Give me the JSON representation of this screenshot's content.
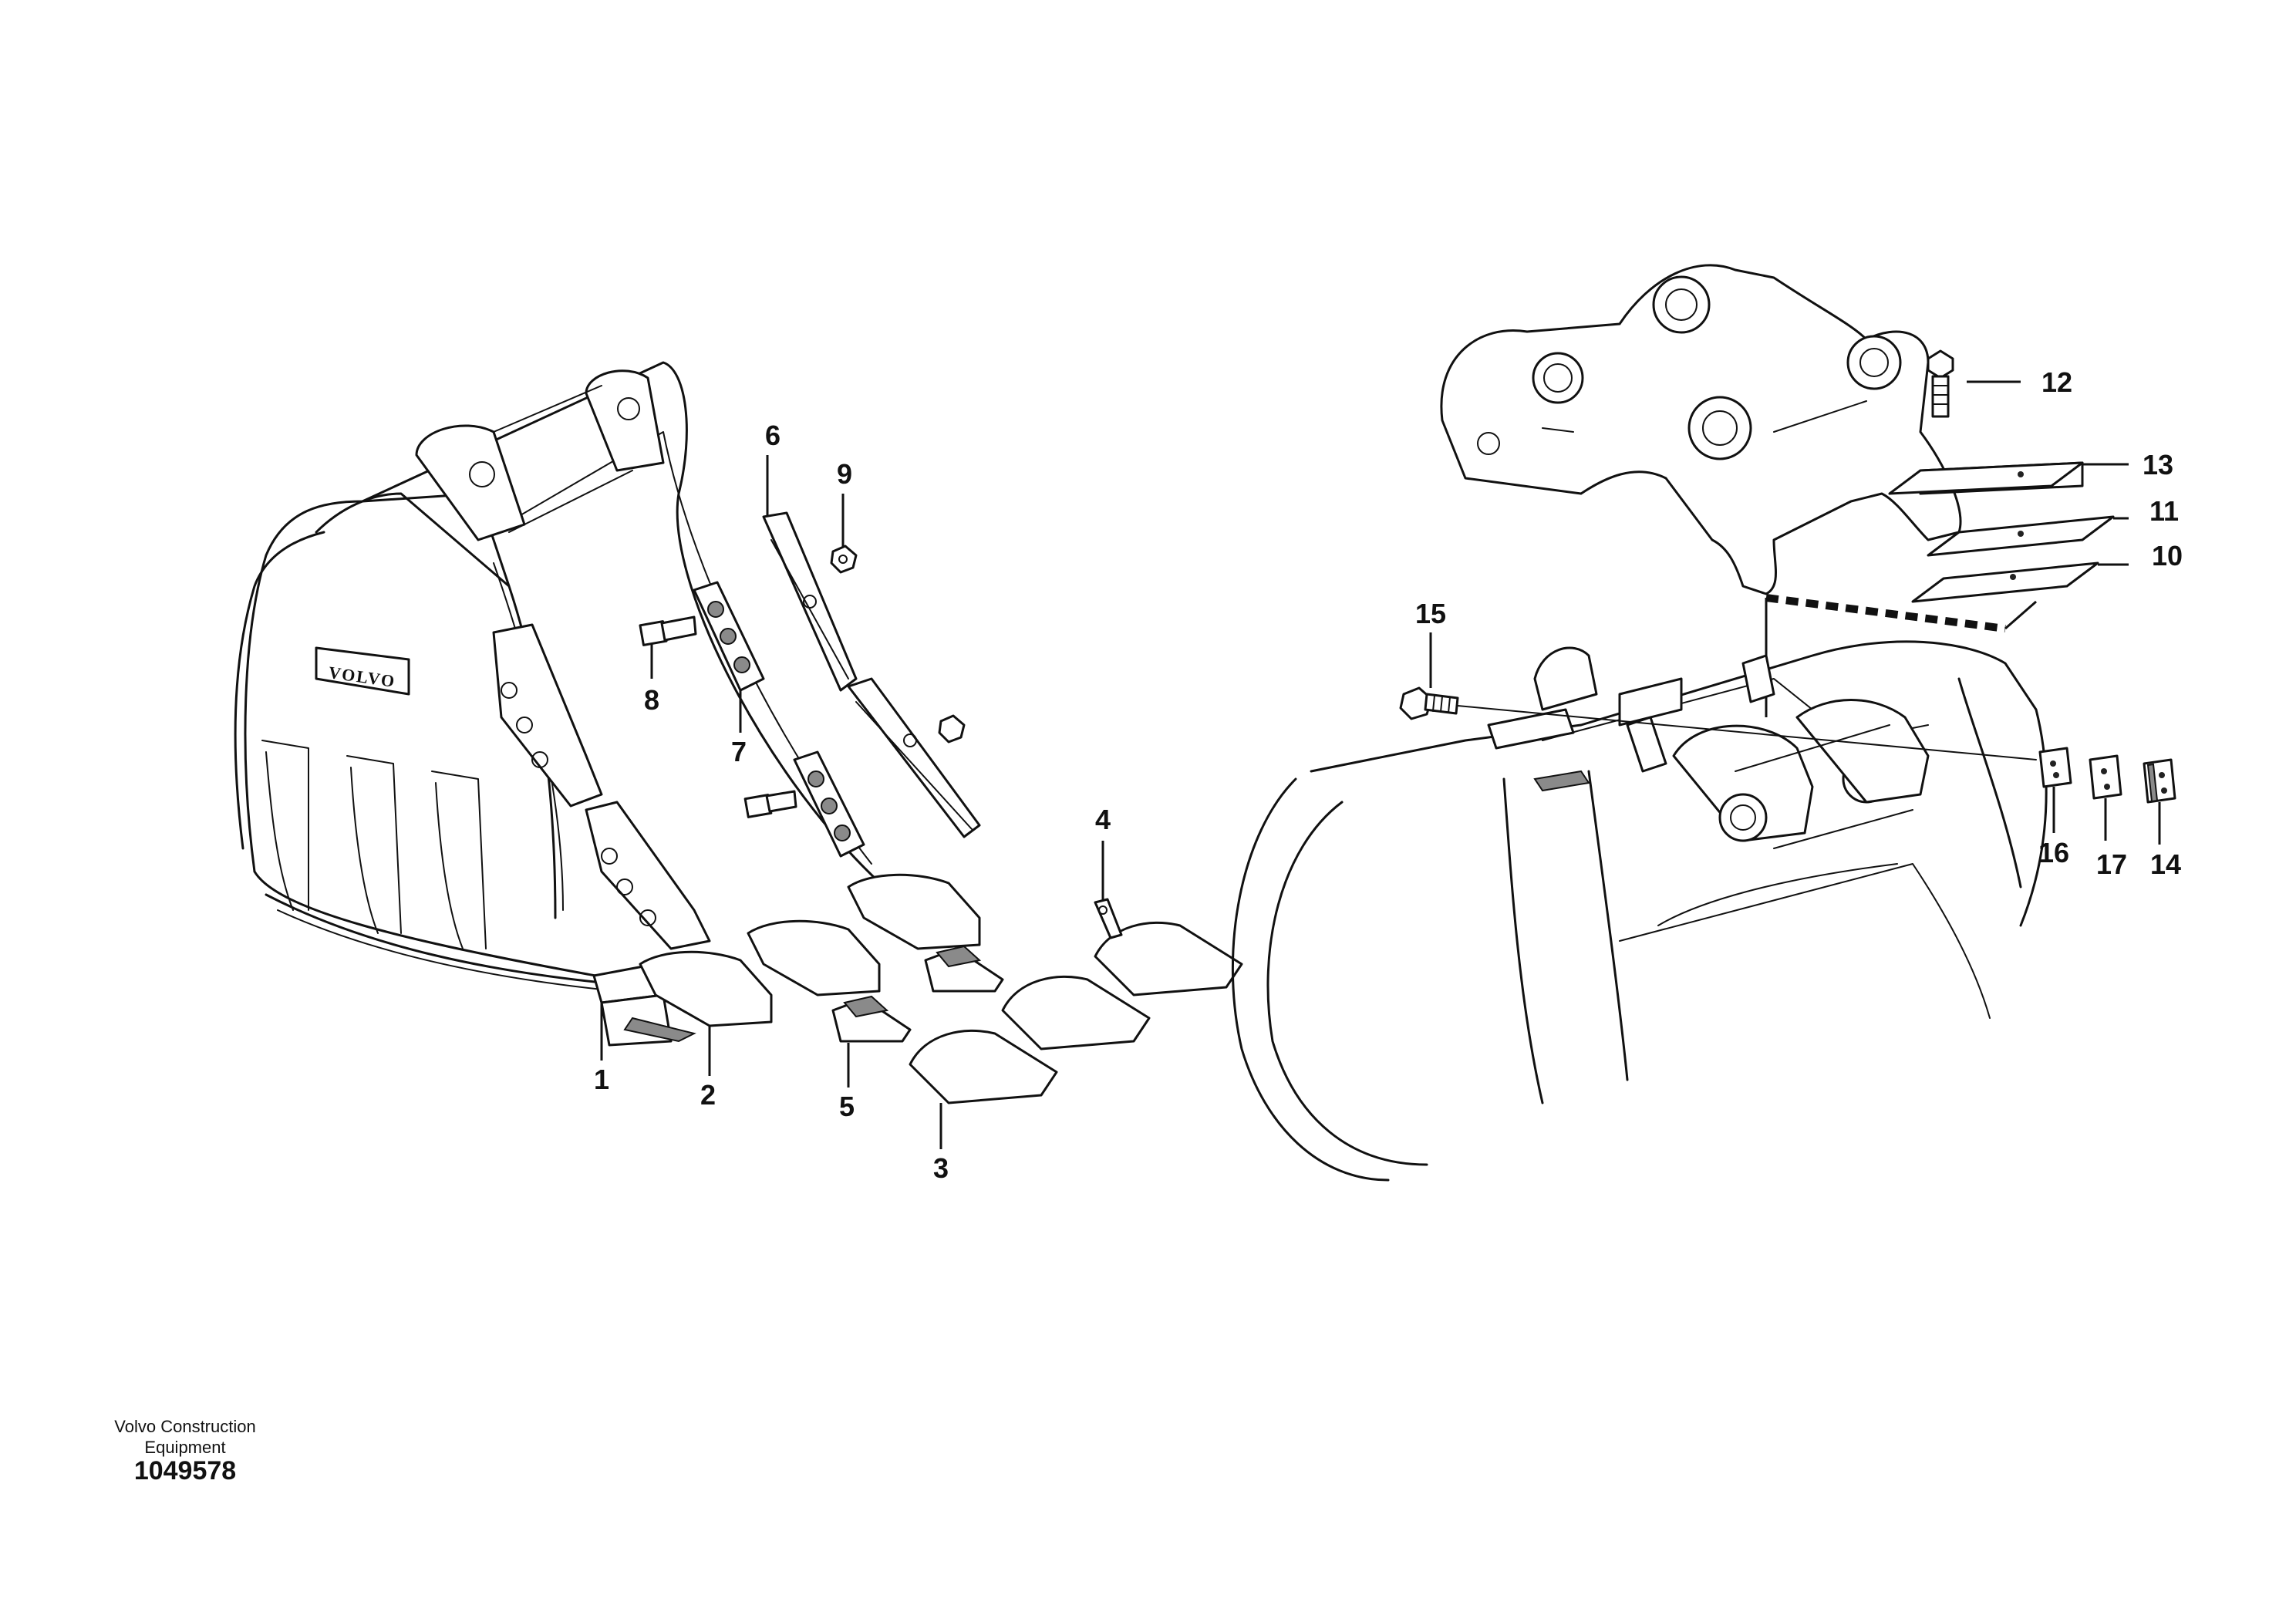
{
  "footer": {
    "company": "Volvo Construction Equipment",
    "figure_number": "1049578"
  },
  "bucket_logo": "VOLVO",
  "callouts": {
    "c1": "1",
    "c2": "2",
    "c3": "3",
    "c4": "4",
    "c5": "5",
    "c6": "6",
    "c7": "7",
    "c8": "8",
    "c9": "9",
    "c10": "10",
    "c11": "11",
    "c12": "12",
    "c13": "13",
    "c14": "14",
    "c15": "15",
    "c16": "16",
    "c17": "17"
  }
}
